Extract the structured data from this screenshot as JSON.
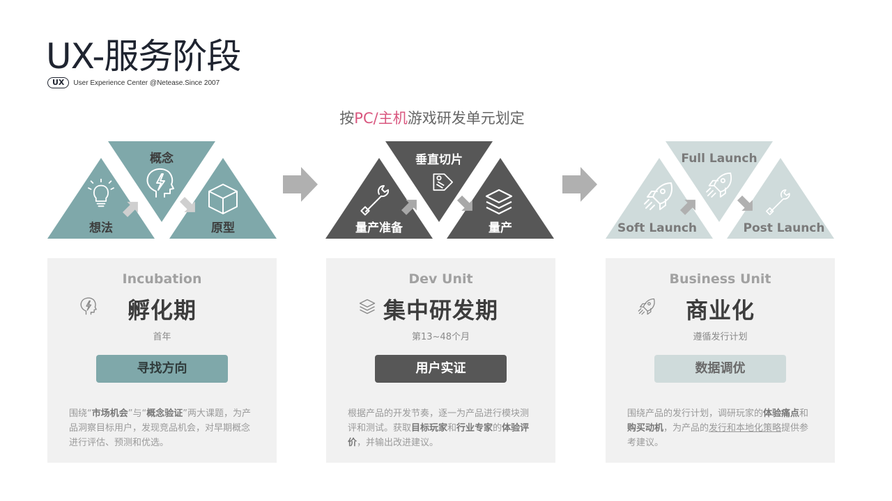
{
  "header": {
    "title": "UX-服务阶段",
    "badge": "UX",
    "subtitle": "User Experience Center @Netease.Since 2007"
  },
  "headline": {
    "prefix": "按",
    "highlight": "PC/主机",
    "suffix": "游戏研发单元划定"
  },
  "colors": {
    "teal": "#7fa8aa",
    "dark": "#575757",
    "light_teal": "#cfdbdb",
    "arrow": "#b0b0b0",
    "highlight": "#d9577f"
  },
  "phases": [
    {
      "triangles": {
        "left": "想法",
        "top": "概念",
        "right": "原型"
      },
      "icons": {
        "left": "lightbulb-icon",
        "top": "idea-head-icon",
        "right": "cube-icon"
      },
      "card": {
        "en": "Incubation",
        "cn": "孵化期",
        "card_icon": "idea-head-icon",
        "period": "首年",
        "button": "寻找方向",
        "desc": [
          {
            "t": "围绕“"
          },
          {
            "t": "市场机会",
            "b": true
          },
          {
            "t": "”与“"
          },
          {
            "t": "概念验证",
            "b": true
          },
          {
            "t": "”两大课题，为产品洞察目标用户，发现竞品机会，对早期概念进行评估、预测和优选。"
          }
        ]
      }
    },
    {
      "triangles": {
        "left": "量产准备",
        "top": "垂直切片",
        "right": "量产"
      },
      "icons": {
        "left": "wrench-icon",
        "top": "tag-icon",
        "right": "layers-icon"
      },
      "card": {
        "en": "Dev Unit",
        "cn": "集中研发期",
        "card_icon": "layers-icon",
        "period": "第13~48个月",
        "button": "用户实证",
        "desc": [
          {
            "t": "根据产品的开发节奏，逐一为产品进行模块测评和测试。获取"
          },
          {
            "t": "目标玩家",
            "b": true
          },
          {
            "t": "和"
          },
          {
            "t": "行业专家",
            "b": true
          },
          {
            "t": "的"
          },
          {
            "t": "体验评价",
            "b": true
          },
          {
            "t": "，并输出改进建议。"
          }
        ]
      }
    },
    {
      "triangles": {
        "left": "Soft Launch",
        "top": "Full Launch",
        "right": "Post Launch"
      },
      "icons": {
        "left": "rocket-icon",
        "top": "rocket-launch-icon",
        "right": "wrench-icon"
      },
      "card": {
        "en": "Business Unit",
        "cn": "商业化",
        "card_icon": "rocket-launch-icon",
        "period": "遵循发行计划",
        "button": "数据调优",
        "desc": [
          {
            "t": "围绕产品的发行计划，调研玩家的"
          },
          {
            "t": "体验痛点",
            "b": true
          },
          {
            "t": "和"
          },
          {
            "t": "购买动机",
            "b": true
          },
          {
            "t": "，为产品的"
          },
          {
            "t": "发行和本地化策略",
            "u": true
          },
          {
            "t": "提供参考建议。"
          }
        ]
      }
    }
  ]
}
